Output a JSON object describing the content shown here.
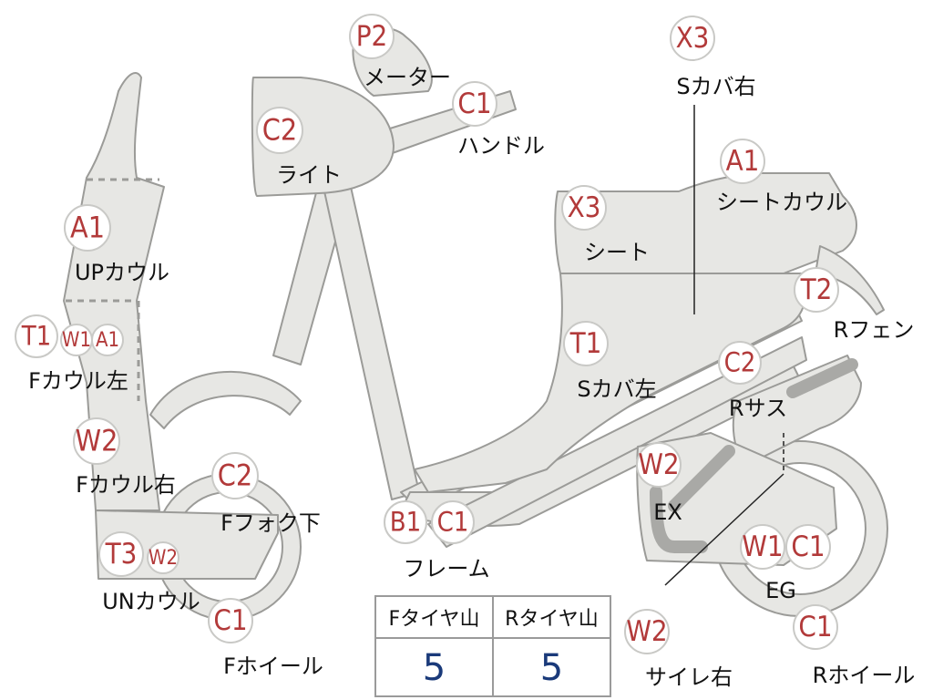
{
  "colors": {
    "body_fill": "#e7e7e4",
    "body_stroke": "#9b9b98",
    "badge_fill": "#ffffff",
    "badge_stroke": "#c9c9c6",
    "code_red": "#b23a3a",
    "tire_value_blue": "#1a3a7a",
    "exhaust_pipe": "#a9a9a6"
  },
  "parts": [
    {
      "name": "meter",
      "code": "P2",
      "label": "メーター"
    },
    {
      "name": "handle",
      "code": "C1",
      "label": "ハンドル"
    },
    {
      "name": "light",
      "code": "C2",
      "label": "ライト"
    },
    {
      "name": "side-cover-r",
      "code": "X3",
      "label": "Sカバ右"
    },
    {
      "name": "seat-cowl",
      "code": "A1",
      "label": "シートカウル"
    },
    {
      "name": "seat",
      "code": "X3",
      "label": "シート"
    },
    {
      "name": "up-cowl",
      "code": "A1",
      "label": "UPカウル"
    },
    {
      "name": "rear-fender",
      "code": "T2",
      "label": "Rフェン"
    },
    {
      "name": "f-cowl-left",
      "codes": [
        "T1",
        "W1",
        "A1"
      ],
      "label": "Fカウル左"
    },
    {
      "name": "side-cover-l",
      "code": "T1",
      "label": "Sカバ左"
    },
    {
      "name": "r-suspension",
      "code": "C2",
      "label": "Rサス"
    },
    {
      "name": "f-cowl-right",
      "code": "W2",
      "label": "Fカウル右"
    },
    {
      "name": "exhaust",
      "code": "W2",
      "label": "EX"
    },
    {
      "name": "f-fork-lower",
      "code": "C2",
      "label": "Fフォク下"
    },
    {
      "name": "frame",
      "codes": [
        "B1",
        "C1"
      ],
      "label": "フレーム"
    },
    {
      "name": "engine",
      "codes": [
        "W1",
        "C1"
      ],
      "label": "EG"
    },
    {
      "name": "under-cowl",
      "codes": [
        "T3",
        "W2"
      ],
      "label": "UNカウル"
    },
    {
      "name": "f-wheel",
      "code": "C1",
      "label": "Fホイール"
    },
    {
      "name": "muffler-r",
      "code": "W2",
      "label": "サイレ右"
    },
    {
      "name": "r-wheel",
      "code": "C1",
      "label": "Rホイール"
    }
  ],
  "tire_table": {
    "headers": [
      "Fタイヤ山",
      "Rタイヤ山"
    ],
    "values": [
      "5",
      "5"
    ]
  }
}
